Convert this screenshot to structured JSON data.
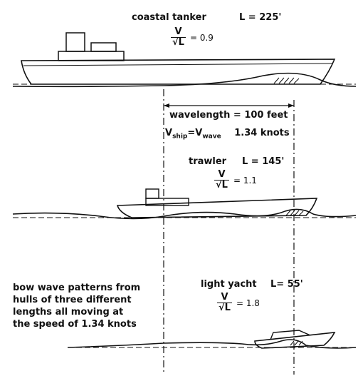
{
  "vessels": [
    {
      "name": "coastal tanker",
      "length_label": "L = 225'",
      "ratio_num": "V",
      "ratio_den": "√L",
      "ratio_value": "= 0.9"
    },
    {
      "name": "trawler",
      "length_label": "L = 145'",
      "ratio_num": "V",
      "ratio_den": "√L",
      "ratio_value": "= 1.1"
    },
    {
      "name": "light yacht",
      "length_label": "L= 55'",
      "ratio_num": "V",
      "ratio_den": "√L",
      "ratio_value": "= 1.8"
    }
  ],
  "wavelength_label": "wavelength = 100 feet",
  "speed_label": {
    "v_ship": "V",
    "ship_sub": "ship",
    "equals": "=",
    "v_wave": "V",
    "wave_sub": "wave",
    "value": "1.34 knots"
  },
  "caption": "bow wave patterns from\nhulls of three different\nlengths all moving at\nthe speed of 1.34 knots"
}
